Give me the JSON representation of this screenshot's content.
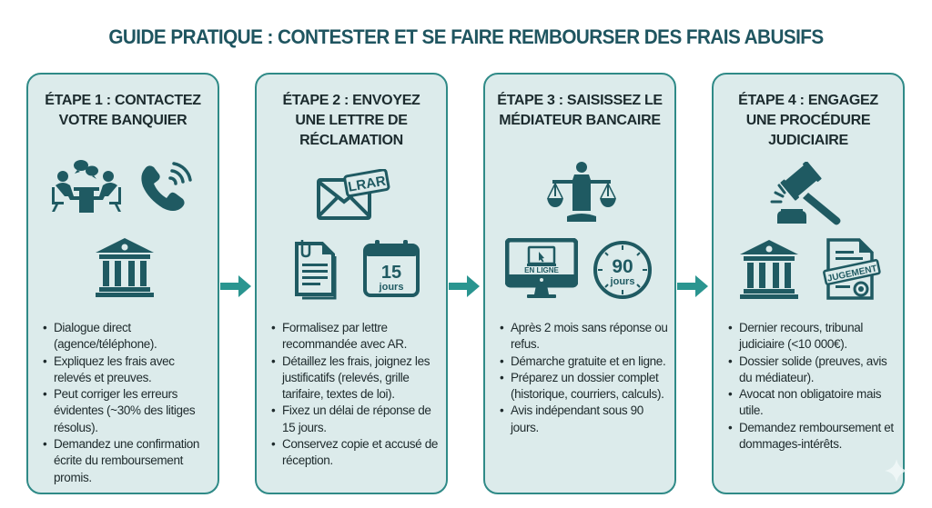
{
  "title": "GUIDE PRATIQUE : CONTESTER ET SE FAIRE REMBOURSER DES FRAIS ABUSIFS",
  "colors": {
    "title": "#1f5560",
    "card_bg": "#dcebeb",
    "card_border": "#2f8a87",
    "icon": "#1f5a62",
    "arrow": "#2a9590",
    "text": "#1e2a2c"
  },
  "steps": [
    {
      "title_lines": [
        "ÉTAPE 1 : CONTACTEZ",
        "VOTRE BANQUIER"
      ],
      "icons": [
        "meeting-icon",
        "phone-icon",
        "bank-icon"
      ],
      "bullets": [
        "Dialogue direct (agence/téléphone).",
        "Expliquez les frais avec relevés et preuves.",
        "Peut corriger les erreurs évidentes (~30% des litiges résolus).",
        "Demandez une confirmation écrite du remboursement promis."
      ]
    },
    {
      "title_lines": [
        "ÉTAPE 2 : ENVOYEZ",
        "UNE LETTRE DE",
        "RÉCLAMATION"
      ],
      "icons": [
        "envelope-lrar-icon",
        "document-icon",
        "calendar-icon"
      ],
      "icon_labels": {
        "stamp": "LRAR",
        "calendar_number": "15",
        "calendar_unit": "jours"
      },
      "bullets": [
        "Formalisez par lettre recommandée avec AR.",
        "Détaillez les frais, joignez les justificatifs (relevés, grille tarifaire, textes de loi).",
        "Fixez un délai de réponse de 15 jours.",
        "Conservez copie et accusé de réception."
      ]
    },
    {
      "title_lines": [
        "ÉTAPE 3 : SAISISSEZ LE",
        "MÉDIATEUR BANCAIRE"
      ],
      "icons": [
        "mediator-scales-icon",
        "online-computer-icon",
        "timer-icon"
      ],
      "icon_labels": {
        "screen": "EN LIGNE",
        "timer_number": "90",
        "timer_unit": "jours"
      },
      "bullets": [
        "Après 2 mois sans réponse ou refus.",
        "Démarche gratuite et en ligne.",
        "Préparez un dossier complet (historique, courriers, calculs).",
        "Avis indépendant sous 90 jours."
      ]
    },
    {
      "title_lines": [
        "ÉTAPE 4 : ENGAGEZ",
        "UNE PROCÉDURE",
        "JUDICIAIRE"
      ],
      "icons": [
        "gavel-icon",
        "courthouse-icon",
        "judgment-document-icon"
      ],
      "icon_labels": {
        "stamp": "JUGEMENT"
      },
      "bullets": [
        "Dernier recours, tribunal judiciaire (<10 000€).",
        "Dossier solide (preuves, avis du médiateur).",
        "Avocat non obligatoire mais utile.",
        "Demandez remboursement et dommages-intérêts."
      ]
    }
  ]
}
